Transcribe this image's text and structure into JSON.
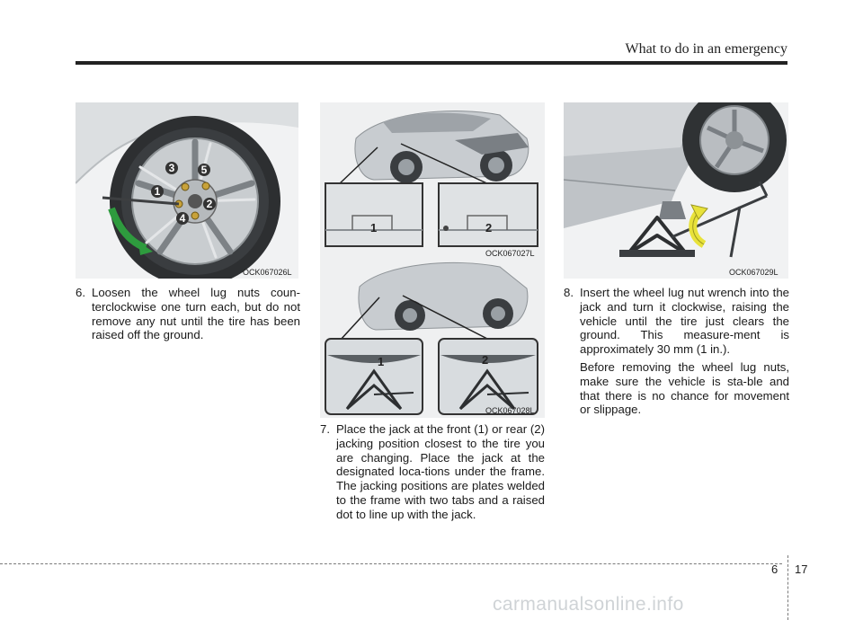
{
  "header": {
    "title": "What to do in an emergency"
  },
  "figures": {
    "fig1": {
      "code": "OCK067026L",
      "callouts": [
        "1",
        "2",
        "3",
        "4",
        "5"
      ]
    },
    "fig2": {
      "code": "OCK067027L",
      "callouts": [
        "1",
        "2"
      ]
    },
    "fig3": {
      "code": "OCK067028L",
      "callouts": [
        "1",
        "2"
      ]
    },
    "fig4": {
      "code": "OCK067029L"
    }
  },
  "steps": {
    "step6": {
      "number": "6.",
      "text": "Loosen the wheel lug nuts coun-terclockwise one turn each, but do not remove any nut until the tire has been raised off the ground."
    },
    "step7": {
      "number": "7.",
      "text": "Place the jack at the front (1) or rear (2) jacking position closest to the tire you are changing. Place the jack at the designated loca-tions under the frame. The jacking positions are plates welded to the frame with two tabs and a raised dot to line up with the jack."
    },
    "step8": {
      "number": "8.",
      "text": "Insert the wheel lug nut wrench into the jack  and turn it clockwise, raising the vehicle until the tire just clears the ground. This measure-ment is approximately 30 mm (1 in.).",
      "note": "Before removing the wheel lug nuts, make sure the vehicle is sta-ble and that there is no chance for movement or slippage."
    }
  },
  "footer": {
    "chapter": "6",
    "page": "17",
    "watermark": "carmanualsonline.info"
  },
  "colors": {
    "arrow": "#2e9b3e",
    "wrench_arrow": "#e8e23a",
    "rule": "#222222"
  }
}
